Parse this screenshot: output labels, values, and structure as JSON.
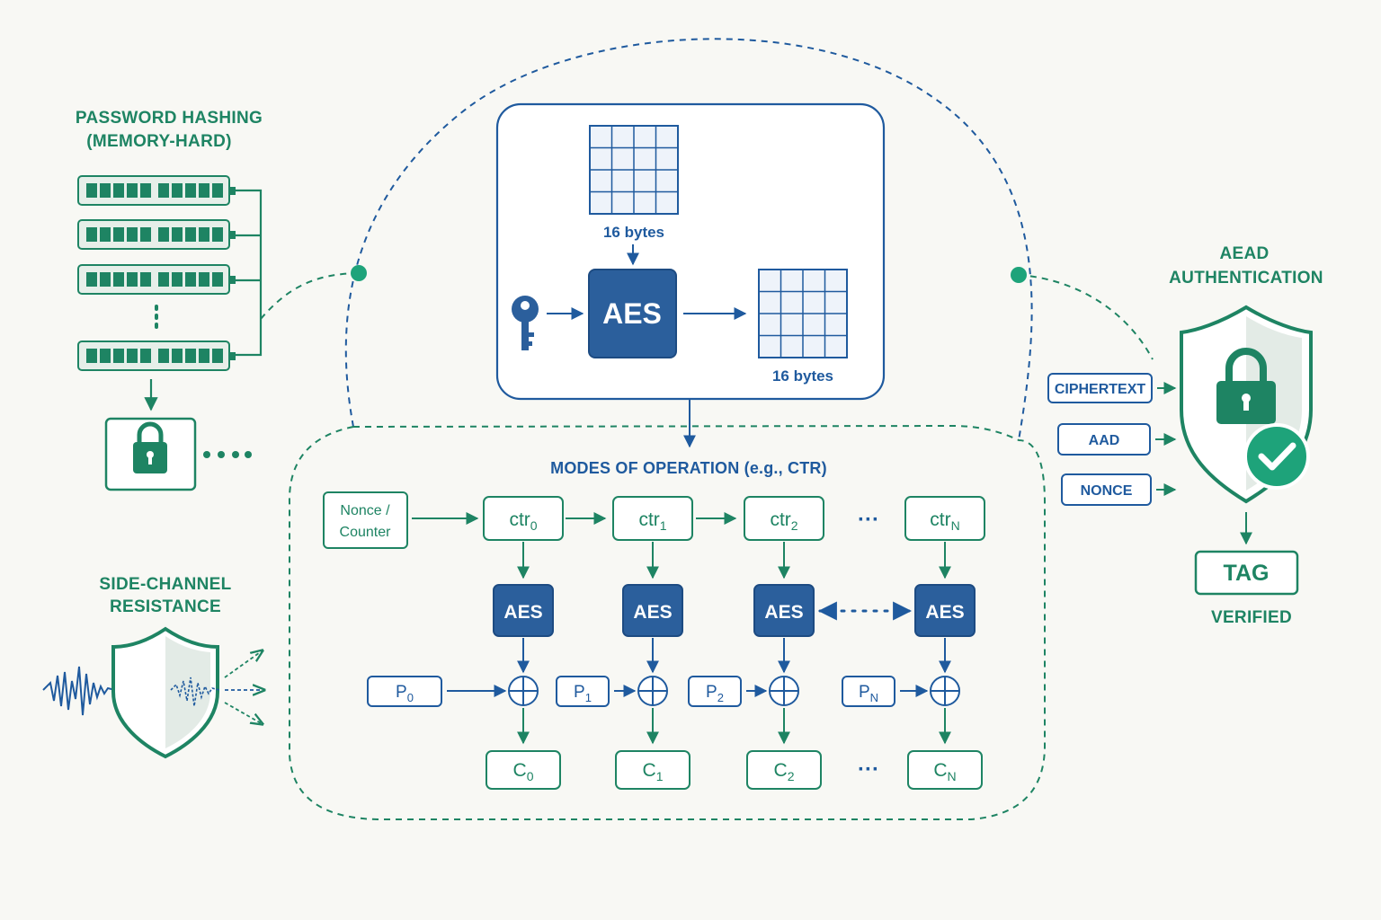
{
  "password_hashing": {
    "title_line1": "PASSWORD HASHING",
    "title_line2": "(MEMORY-HARD)"
  },
  "side_channel": {
    "title_line1": "SIDE-CHANNEL",
    "title_line2": "RESISTANCE"
  },
  "aes_block": {
    "input_label": "16 bytes",
    "cipher_label": "AES",
    "output_label": "16 bytes"
  },
  "modes": {
    "title": "MODES OF OPERATION (e.g., CTR)",
    "nonce_line1": "Nonce /",
    "nonce_line2": "Counter",
    "counters": [
      {
        "base": "ctr",
        "sub": "0"
      },
      {
        "base": "ctr",
        "sub": "1"
      },
      {
        "base": "ctr",
        "sub": "2"
      },
      {
        "base": "ctr",
        "sub": "N"
      }
    ],
    "cipher_label": "AES",
    "plaintexts": [
      {
        "base": "P",
        "sub": "0"
      },
      {
        "base": "P",
        "sub": "1"
      },
      {
        "base": "P",
        "sub": "2"
      },
      {
        "base": "P",
        "sub": "N"
      }
    ],
    "ciphertexts": [
      {
        "base": "C",
        "sub": "0"
      },
      {
        "base": "C",
        "sub": "1"
      },
      {
        "base": "C",
        "sub": "2"
      },
      {
        "base": "C",
        "sub": "N"
      }
    ],
    "ellipsis": "···"
  },
  "aead": {
    "title_line1": "AEAD",
    "title_line2": "AUTHENTICATION",
    "inputs": [
      "CIPHERTEXT",
      "AAD",
      "NONCE"
    ],
    "tag_label": "TAG",
    "status": "VERIFIED"
  },
  "colors": {
    "green": "#1e8463",
    "blue": "#1f5a9e",
    "aes_fill": "#2b5f9c",
    "background": "#f8f8f4"
  },
  "icons": {
    "key": "key-icon",
    "lock": "lock-icon",
    "shield": "shield-icon",
    "check": "check-circle-icon"
  }
}
